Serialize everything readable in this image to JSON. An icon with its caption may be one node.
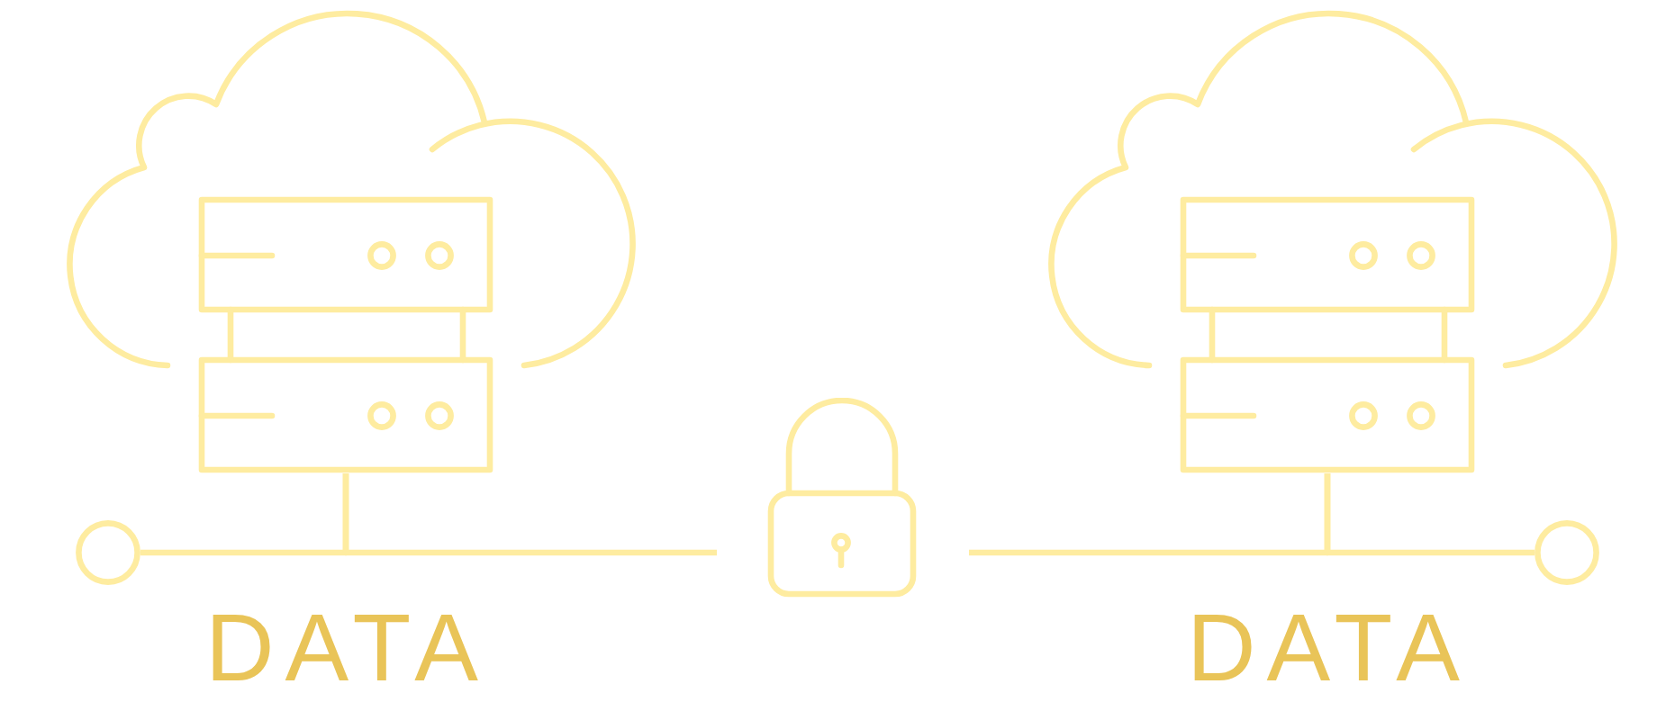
{
  "diagram": {
    "nodes": [
      {
        "text": [],
        "shape": "picture"
      },
      {
        "text": [],
        "shape": "circle"
      },
      {
        "text": [],
        "shape": "picture"
      },
      {
        "text": [],
        "shape": "picture"
      },
      {
        "text": [],
        "shape": "circle"
      }
    ],
    "edges": [
      {
        "from": 0,
        "to": 1,
        "arrow": "none"
      },
      {
        "from": 0,
        "to": 2,
        "arrow": "none"
      },
      {
        "from": 3,
        "to": 2,
        "arrow": "none"
      },
      {
        "from": 3,
        "to": 4,
        "arrow": "none"
      }
    ],
    "labels": [
      "DATA",
      "DATA"
    ]
  }
}
